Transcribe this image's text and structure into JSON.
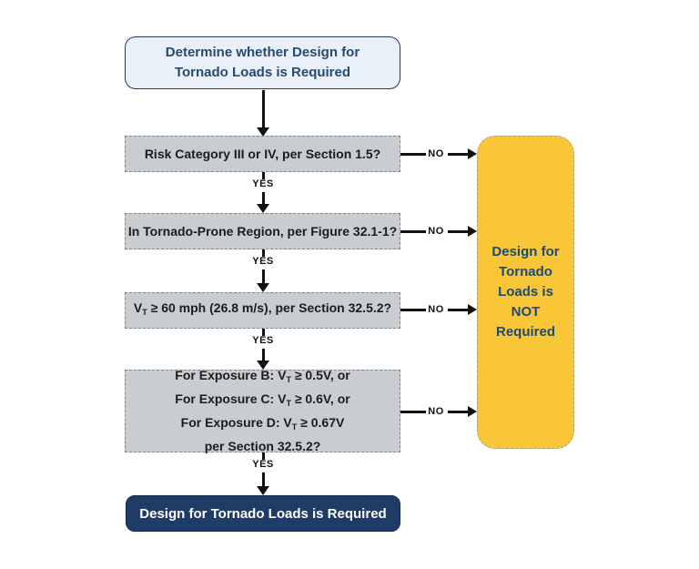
{
  "labels": {
    "yes": "YES",
    "no": "NO"
  },
  "start": {
    "line1": "Determine whether Design for",
    "line2": "Tornado Loads is Required"
  },
  "decisions": [
    {
      "text": "Risk Category III or IV, per Section 1.5?"
    },
    {
      "text": "In Tornado-Prone Region, per Figure 32.1-1?"
    },
    {
      "pre": "V",
      "sub": "T",
      "post": " ≥ 60 mph (26.8 m/s), per Section 32.5.2?"
    },
    {
      "lines": [
        {
          "pre": "For Exposure B: V",
          "sub": "T",
          "post": " ≥ 0.5V, or"
        },
        {
          "pre": "For Exposure C: V",
          "sub": "T",
          "post": " ≥ 0.6V, or"
        },
        {
          "pre": "For Exposure D: V",
          "sub": "T",
          "post": " ≥ 0.67V"
        },
        {
          "pre": "per Section 32.5.2?",
          "sub": "",
          "post": ""
        }
      ]
    }
  ],
  "outcomes": {
    "required": "Design for Tornado Loads is Required",
    "not_required_lines": [
      "Design for",
      "Tornado",
      "Loads is",
      "NOT",
      "Required"
    ]
  },
  "colors": {
    "start_fill": "#eaf0fa",
    "start_border": "#1f3864",
    "decision_fill": "#c9ccd0",
    "required_fill": "#1f3c69",
    "not_required_fill": "#f8c636",
    "navy_text": "#1f4a73",
    "arrow": "#111111"
  }
}
